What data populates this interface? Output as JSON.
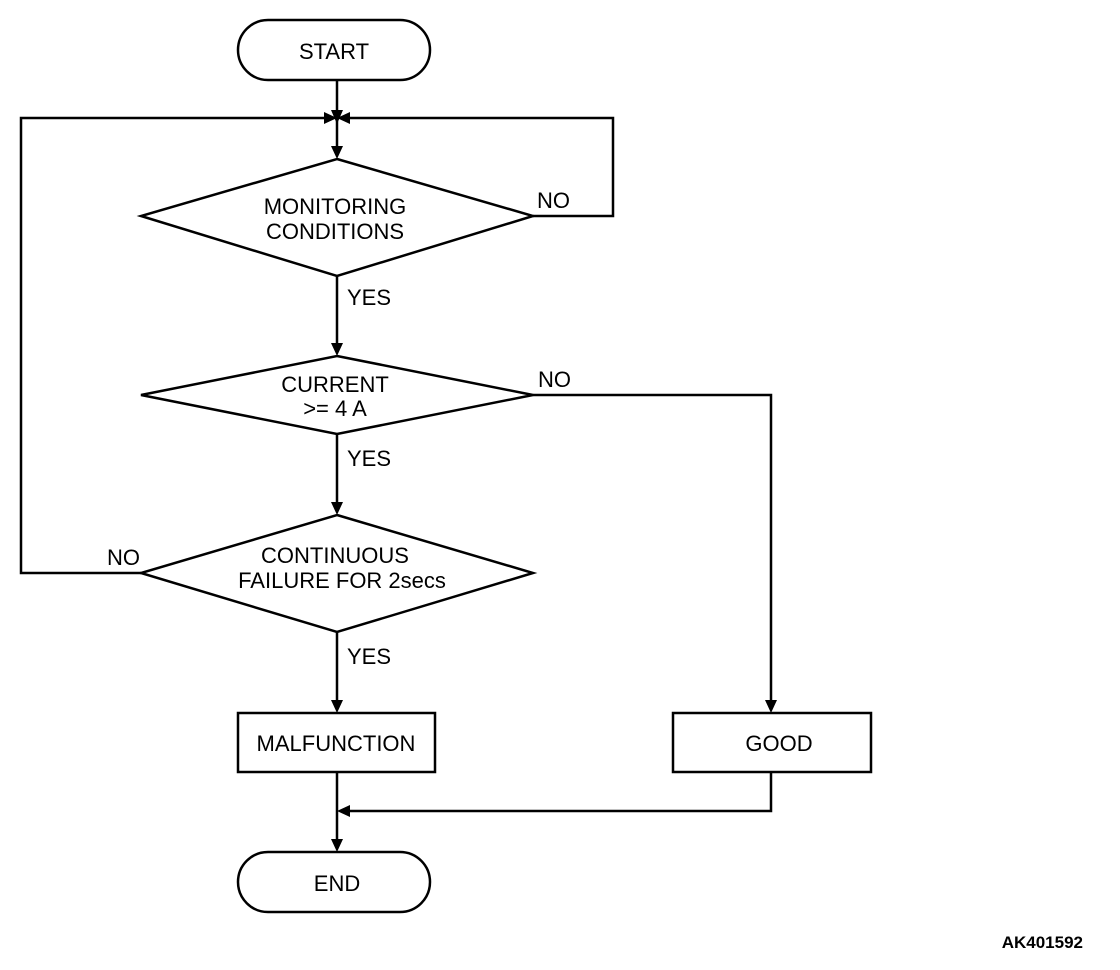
{
  "flowchart": {
    "start_label": "START",
    "end_label": "END",
    "decision_monitoring": {
      "line1": "MONITORING",
      "line2": "CONDITIONS"
    },
    "decision_current": {
      "line1": "CURRENT",
      "line2": ">= 4 A"
    },
    "decision_continuous": {
      "line1": "CONTINUOUS",
      "line2": "FAILURE FOR 2secs"
    },
    "malfunction_label": "MALFUNCTION",
    "good_label": "GOOD",
    "yes_label": "YES",
    "no_label": "NO"
  },
  "reference_code": "AK401592"
}
